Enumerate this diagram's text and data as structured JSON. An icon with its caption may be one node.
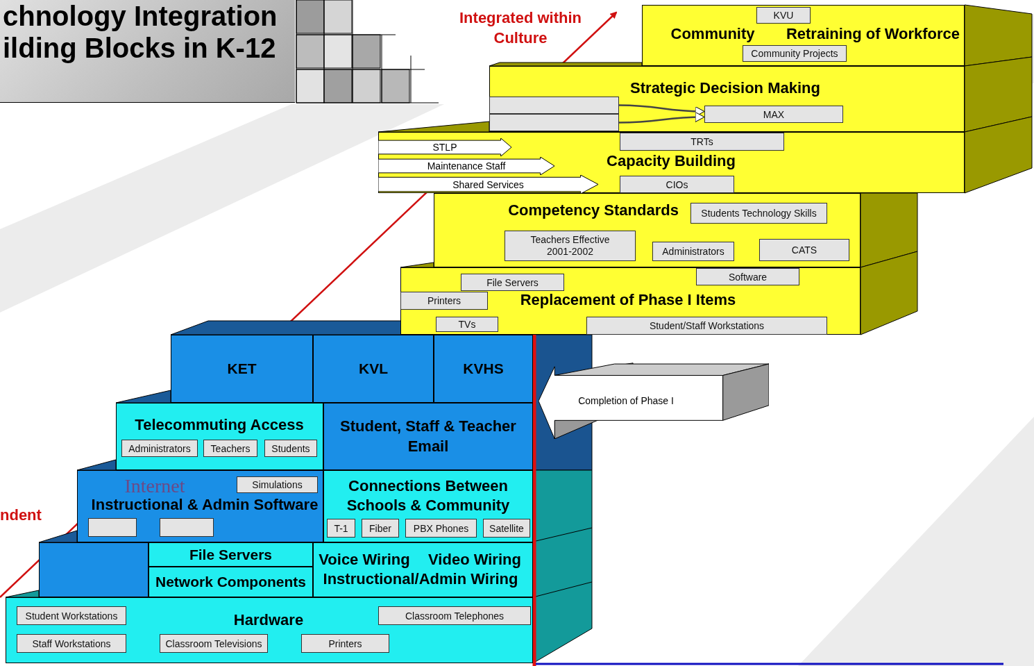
{
  "diagram": {
    "title": "chnology Integration ilding Blocks in K-12",
    "nodes": [
      {
        "text": [
          "Community",
          "Retraining of Workforce"
        ]
      },
      {
        "text": [
          "KVU"
        ],
        "in": 0
      },
      {
        "text": [
          "Community Projects"
        ],
        "in": 0
      },
      {
        "text": [
          "Strategic Decision Making"
        ]
      },
      {
        "text": [],
        "shape": "box",
        "in": 3
      },
      {
        "text": [],
        "shape": "box",
        "in": 3
      },
      {
        "text": [
          "MAX"
        ],
        "in": 3
      },
      {
        "text": [
          "Capacity Building"
        ]
      },
      {
        "text": [
          "TRTs"
        ],
        "in": 7
      },
      {
        "text": [
          "CIOs"
        ],
        "in": 7
      },
      {
        "text": [
          "STLP"
        ],
        "in": 7
      },
      {
        "text": [
          "Maintenance Staff"
        ],
        "in": 7
      },
      {
        "text": [
          "Shared Services"
        ],
        "in": 7
      },
      {
        "text": [
          "Competency Standards"
        ]
      },
      {
        "text": [
          "Students Technology Skills"
        ],
        "in": 13
      },
      {
        "text": [
          "Teachers Effective 2001-2002"
        ],
        "in": 13
      },
      {
        "text": [
          "Administrators"
        ],
        "in": 13
      },
      {
        "text": [
          "CATS"
        ],
        "in": 13
      },
      {
        "text": [
          "Replacement of Phase I Items"
        ]
      },
      {
        "text": [
          "File Servers"
        ],
        "in": 18
      },
      {
        "text": [
          "Software"
        ],
        "in": 18
      },
      {
        "text": [
          "Printers"
        ],
        "in": 18
      },
      {
        "text": [
          "TVs"
        ],
        "in": 18
      },
      {
        "text": [
          "Student/Staff Workstations"
        ],
        "in": 18
      },
      {
        "text": [
          "KET"
        ]
      },
      {
        "text": [
          "KVL"
        ]
      },
      {
        "text": [
          "KVHS"
        ]
      },
      {
        "text": [
          "Telecommuting Access"
        ]
      },
      {
        "text": [
          "Administrators"
        ],
        "in": 27
      },
      {
        "text": [
          "Teachers"
        ],
        "in": 27
      },
      {
        "text": [
          "Students"
        ],
        "in": 27
      },
      {
        "text": [
          "Student, Staff & Teacher Email"
        ]
      },
      {
        "text": [
          "Internet",
          "Instructional & Admin Software"
        ]
      },
      {
        "text": [
          "Simulations"
        ],
        "in": 32
      },
      {
        "text": [],
        "shape": "box",
        "in": 32
      },
      {
        "text": [],
        "shape": "box",
        "in": 32
      },
      {
        "text": [
          "Connections Between Schools & Community"
        ]
      },
      {
        "text": [
          "T-1"
        ],
        "in": 36
      },
      {
        "text": [
          "Fiber"
        ],
        "in": 36
      },
      {
        "text": [
          "PBX Phones"
        ],
        "in": 36
      },
      {
        "text": [
          "Satellite"
        ],
        "in": 36
      },
      {
        "text": [],
        "shape": "box"
      },
      {
        "text": [
          "File Servers"
        ]
      },
      {
        "text": [
          "Network Components"
        ]
      },
      {
        "text": [
          "Voice Wiring",
          "Video Wiring",
          "Instructional/Admin Wiring"
        ]
      },
      {
        "text": [
          "Hardware"
        ]
      },
      {
        "text": [
          "Student Workstations"
        ],
        "in": 45
      },
      {
        "text": [
          "Classroom Telephones"
        ],
        "in": 45
      },
      {
        "text": [
          "Staff Workstations"
        ],
        "in": 45
      },
      {
        "text": [
          "Classroom Televisions"
        ],
        "in": 45
      },
      {
        "text": [
          "Printers"
        ],
        "in": 45
      },
      {
        "text": [
          "Completion of Phase I"
        ]
      }
    ],
    "edges": [
      {
        "from": 4,
        "to": 6,
        "arrow": "to"
      },
      {
        "from": 5,
        "to": 6,
        "arrow": "to"
      }
    ],
    "labels": [
      "Integrated within Culture",
      "ndent"
    ]
  }
}
